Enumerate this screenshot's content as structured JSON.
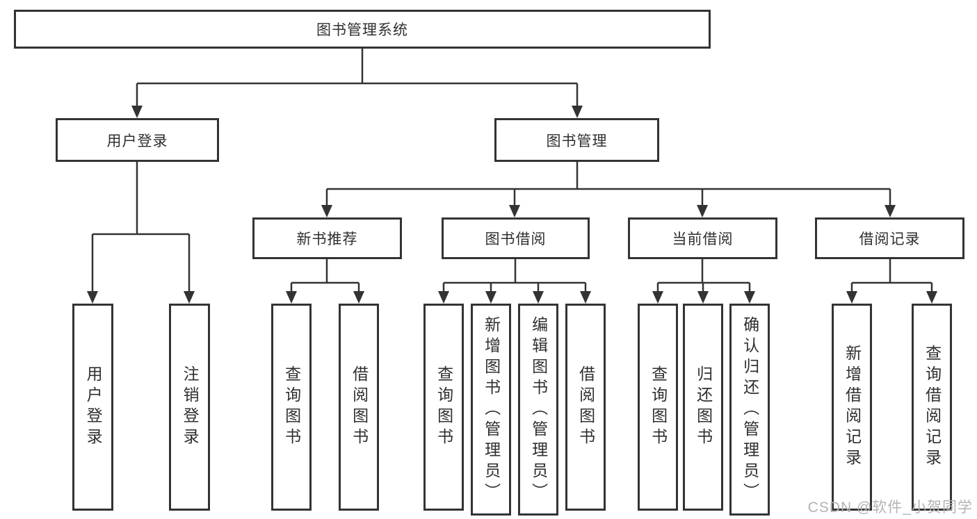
{
  "diagram": {
    "tree": {
      "root": {
        "label": "图书管理系统",
        "children": [
          {
            "label": "用户登录",
            "children": [
              {
                "label": "用户登录"
              },
              {
                "label": "注销登录"
              }
            ]
          },
          {
            "label": "图书管理",
            "children": [
              {
                "label": "新书推荐",
                "children": [
                  {
                    "label": "查询图书"
                  },
                  {
                    "label": "借阅图书"
                  }
                ]
              },
              {
                "label": "图书借阅",
                "children": [
                  {
                    "label": "查询图书"
                  },
                  {
                    "label": "新增图书（管理员）"
                  },
                  {
                    "label": "编辑图书（管理员）"
                  },
                  {
                    "label": "借阅图书"
                  }
                ]
              },
              {
                "label": "当前借阅",
                "children": [
                  {
                    "label": "查询图书"
                  },
                  {
                    "label": "归还图书"
                  },
                  {
                    "label": "确认归还（管理员）"
                  }
                ]
              },
              {
                "label": "借阅记录",
                "children": [
                  {
                    "label": "新增借阅记录"
                  },
                  {
                    "label": "查询借阅记录"
                  }
                ]
              }
            ]
          }
        ]
      }
    },
    "colors": {
      "line": "#333333",
      "box_background": "#ffffff",
      "text": "#2f2f2f",
      "watermark": "#b3b3b3"
    }
  },
  "watermark": "CSDN @软件_小贺同学"
}
